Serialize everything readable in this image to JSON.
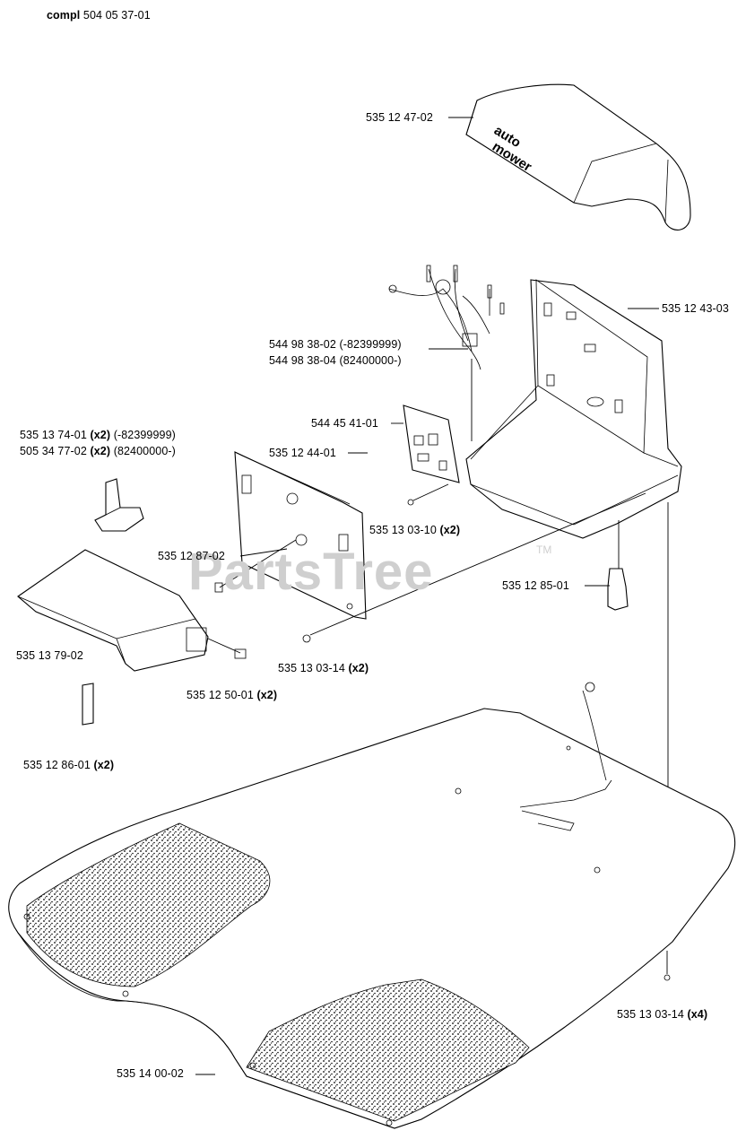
{
  "header": {
    "prefix": "compl",
    "number": "504 05 37-01"
  },
  "watermark": {
    "text": "PartsTree",
    "tm": "TM"
  },
  "labels": {
    "cover": {
      "number": "535 12 47-02"
    },
    "housing": {
      "number": "535 12 43-03"
    },
    "harness_a": {
      "number": "544 98 38-02",
      "note": "(-82399999)"
    },
    "harness_b": {
      "number": "544 98 38-04",
      "note": "(82400000-)"
    },
    "board": {
      "number": "544 45 41-01"
    },
    "clip_a": {
      "number": "535 13 74-01",
      "qty": "(x2)",
      "note": "(-82399999)"
    },
    "clip_b": {
      "number": "505 34 77-02",
      "qty": "(x2)",
      "note": "(82400000-)"
    },
    "plate": {
      "number": "535 12 44-01"
    },
    "screw_board": {
      "number": "535 13 03-10",
      "qty": "(x2)"
    },
    "pin": {
      "number": "535 12 87-02"
    },
    "connector": {
      "number": "535 12 85-01"
    },
    "lid": {
      "number": "535 13 79-02"
    },
    "screw_plate": {
      "number": "535 13 03-14",
      "qty": "(x2)"
    },
    "pin2": {
      "number": "535 12 50-01",
      "qty": "(x2)"
    },
    "strip": {
      "number": "535 12 86-01",
      "qty": "(x2)"
    },
    "screw_base": {
      "number": "535 13 03-14",
      "qty": "(x4)"
    },
    "base": {
      "number": "535 14 00-02"
    }
  },
  "logo": {
    "line1": "auto",
    "line2": "mower"
  }
}
